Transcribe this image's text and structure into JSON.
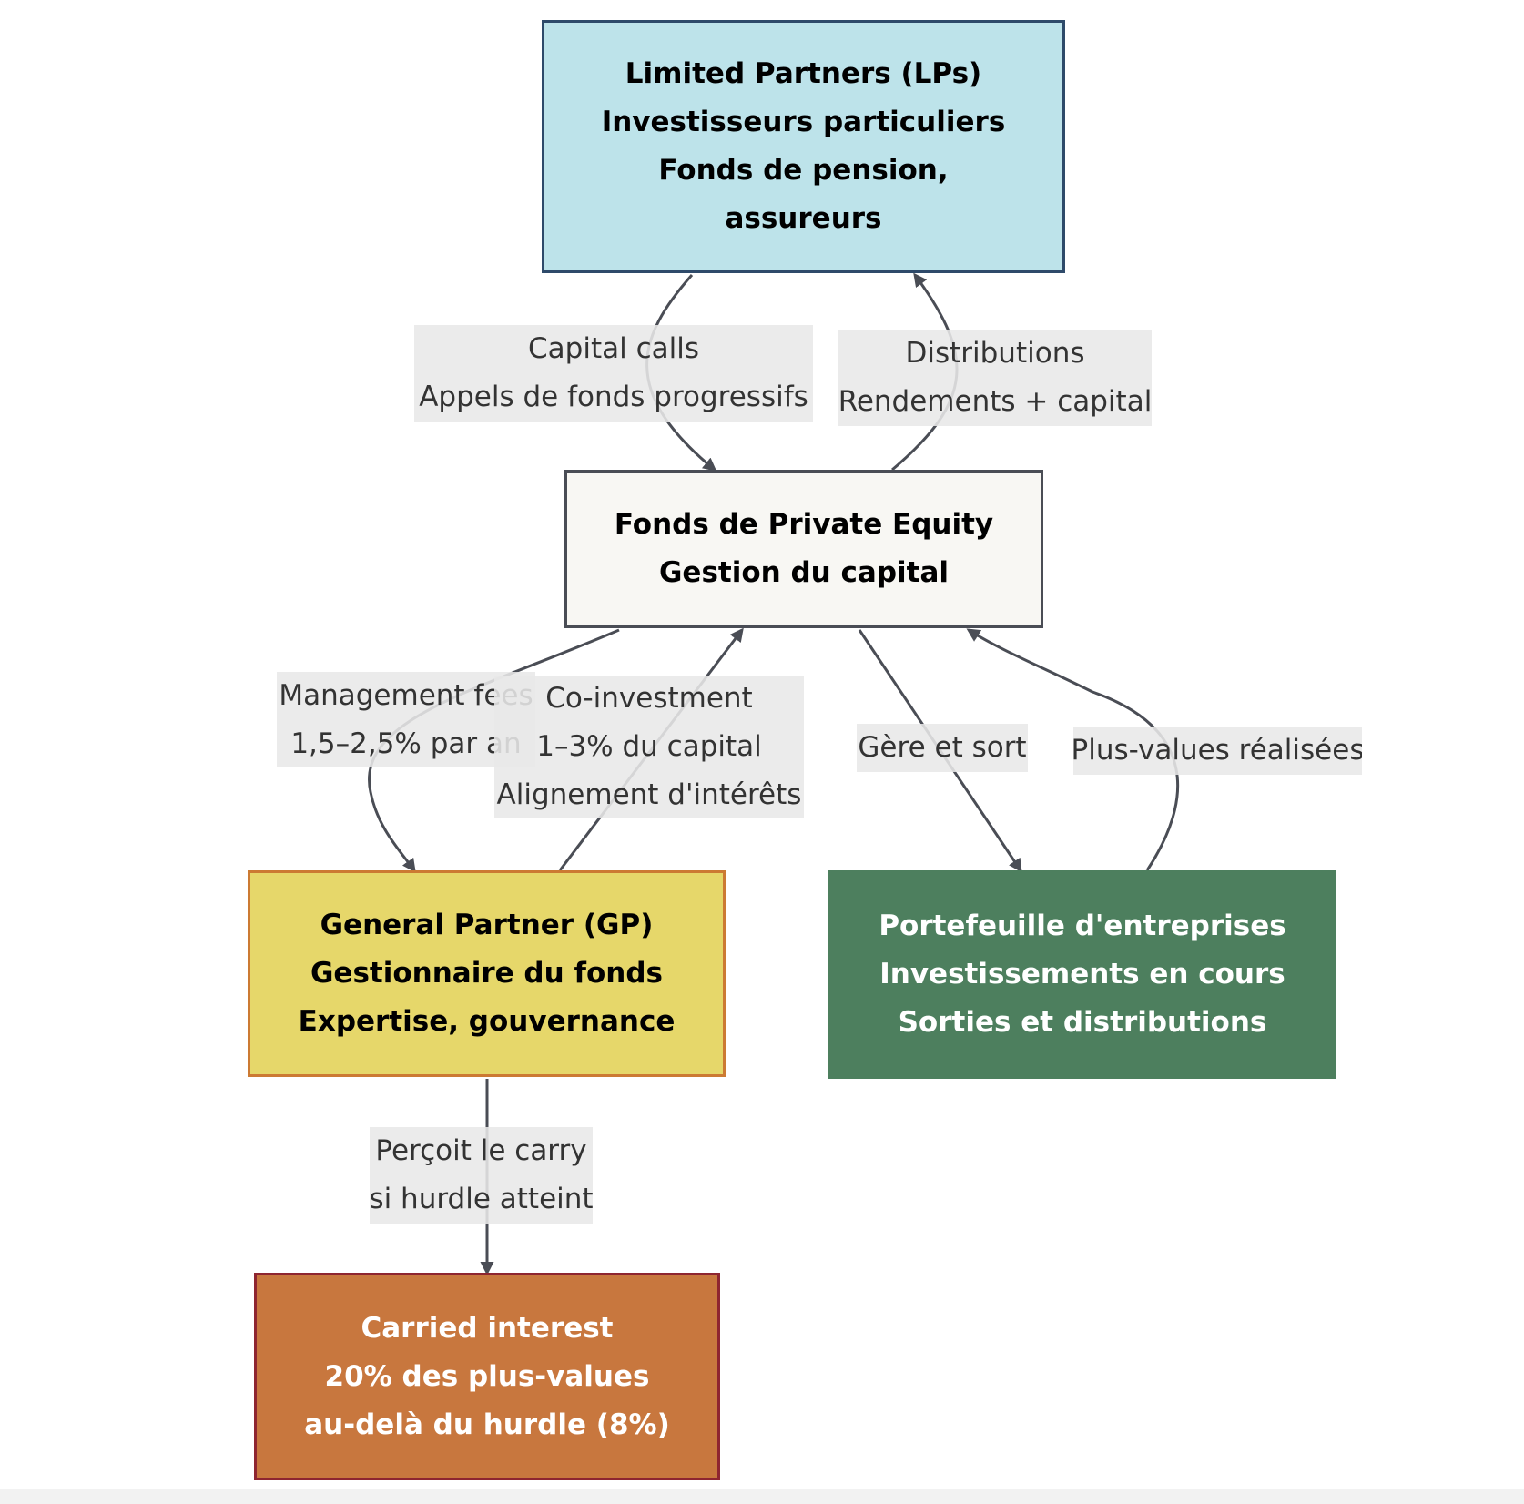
{
  "nodes": {
    "lp": [
      "Limited Partners (LPs)",
      "Investisseurs particuliers",
      "Fonds de pension,",
      "assureurs"
    ],
    "fund": [
      "Fonds de Private Equity",
      "Gestion du capital"
    ],
    "gp": [
      "General Partner (GP)",
      "Gestionnaire du fonds",
      "Expertise, gouvernance"
    ],
    "portfolio": [
      "Portefeuille d'entreprises",
      "Investissements en cours",
      "Sorties et distributions"
    ],
    "carry": [
      "Carried interest",
      "20% des plus-values",
      "au-delà du hurdle (8%)"
    ]
  },
  "edges": {
    "capital_calls": [
      "Capital calls",
      "Appels de fonds progressifs"
    ],
    "distributions": [
      "Distributions",
      "Rendements + capital"
    ],
    "management_fees": [
      "Management fees",
      "1,5–2,5% par an"
    ],
    "co_investment": [
      "Co-investment",
      "1–3% du capital",
      "Alignement d'intérêts"
    ],
    "gere_sort": [
      "Gère et sort"
    ],
    "plus_values": [
      "Plus-values réalisées"
    ],
    "carry": [
      "Perçoit le carry",
      "si hurdle atteint"
    ]
  },
  "colors": {
    "lp_fill": "#bde3ea",
    "lp_border": "#2e4a6a",
    "fund_fill": "#f8f7f3",
    "fund_border": "#4a4d55",
    "gp_fill": "#e6d76a",
    "gp_border": "#cc7a33",
    "portfolio_fill": "#4d7f5e",
    "carry_fill": "#c8773e",
    "carry_border": "#8e2530",
    "edge_stroke": "#4a4d55",
    "label_bg": "#e8e8e8"
  }
}
